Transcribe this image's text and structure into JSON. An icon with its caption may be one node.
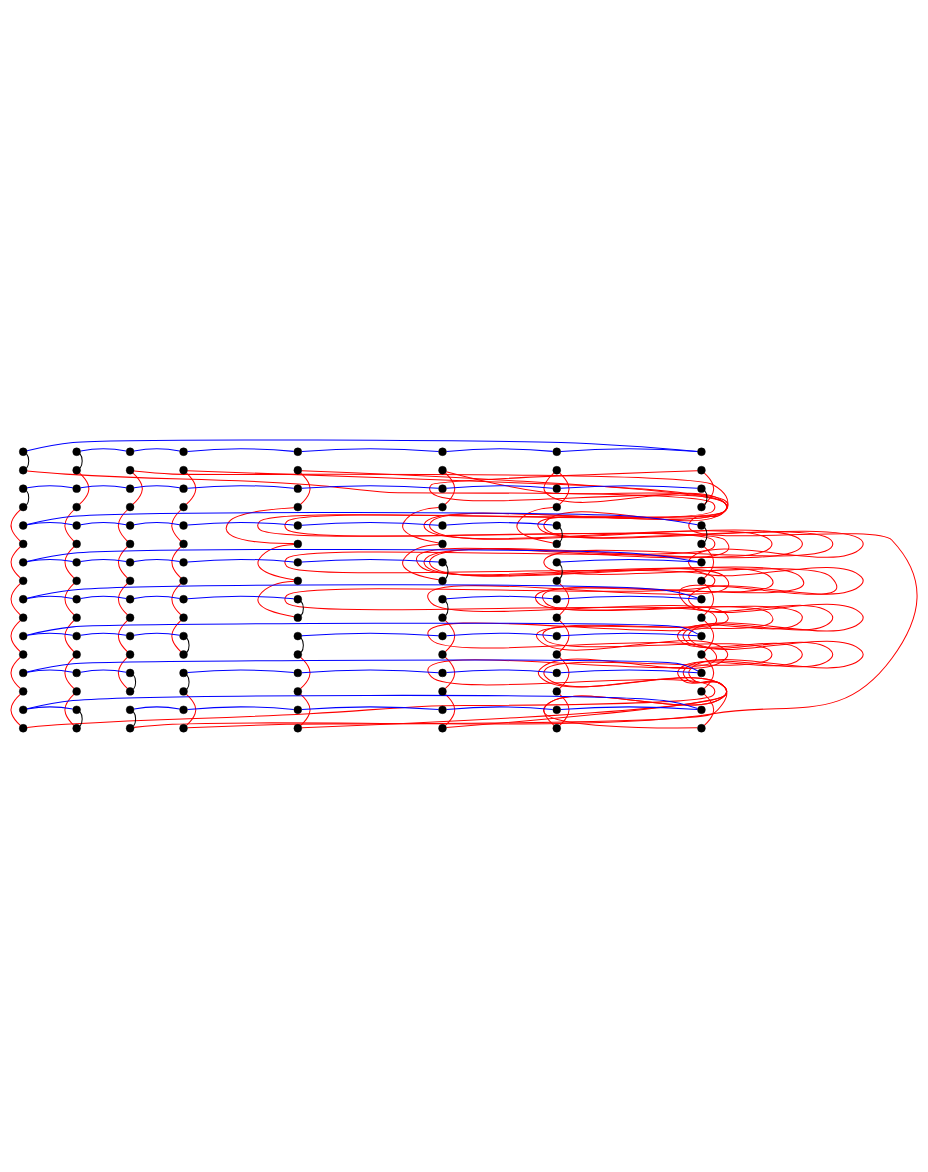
{
  "diagram": {
    "nodes": [
      {
        "text": [],
        "shape": "circle"
      },
      {
        "text": [],
        "shape": "circle"
      },
      {
        "text": [],
        "shape": "circle"
      },
      {
        "text": [],
        "shape": "circle"
      },
      {
        "text": [],
        "shape": "circle"
      },
      {
        "text": [],
        "shape": "circle"
      },
      {
        "text": [],
        "shape": "circle"
      },
      {
        "text": [],
        "shape": "circle"
      },
      {
        "text": [],
        "shape": "circle"
      },
      {
        "text": [],
        "shape": "circle"
      },
      {
        "text": [],
        "shape": "circle"
      },
      {
        "text": [],
        "shape": "circle"
      },
      {
        "text": [],
        "shape": "circle"
      },
      {
        "text": [],
        "shape": "circle"
      },
      {
        "text": [],
        "shape": "circle"
      },
      {
        "text": [],
        "shape": "circle"
      },
      {
        "text": [],
        "shape": "circle"
      },
      {
        "text": [],
        "shape": "circle"
      },
      {
        "text": [],
        "shape": "circle"
      },
      {
        "text": [],
        "shape": "circle"
      },
      {
        "text": [],
        "shape": "circle"
      },
      {
        "text": [],
        "shape": "circle"
      },
      {
        "text": [],
        "shape": "circle"
      },
      {
        "text": [],
        "shape": "circle"
      },
      {
        "text": [],
        "shape": "circle"
      },
      {
        "text": [],
        "shape": "circle"
      },
      {
        "text": [],
        "shape": "circle"
      },
      {
        "text": [],
        "shape": "circle"
      },
      {
        "text": [],
        "shape": "circle"
      },
      {
        "text": [],
        "shape": "circle"
      },
      {
        "text": [],
        "shape": "circle"
      },
      {
        "text": [],
        "shape": "circle"
      },
      {
        "text": [],
        "shape": "circle"
      },
      {
        "text": [],
        "shape": "circle"
      },
      {
        "text": [],
        "shape": "circle"
      },
      {
        "text": [],
        "shape": "circle"
      },
      {
        "text": [],
        "shape": "circle"
      },
      {
        "text": [],
        "shape": "circle"
      },
      {
        "text": [],
        "shape": "circle"
      },
      {
        "text": [],
        "shape": "circle"
      },
      {
        "text": [],
        "shape": "circle"
      },
      {
        "text": [],
        "shape": "circle"
      },
      {
        "text": [],
        "shape": "circle"
      },
      {
        "text": [],
        "shape": "circle"
      },
      {
        "text": [],
        "shape": "circle"
      },
      {
        "text": [],
        "shape": "circle"
      },
      {
        "text": [],
        "shape": "circle"
      },
      {
        "text": [],
        "shape": "circle"
      },
      {
        "text": [],
        "shape": "circle"
      },
      {
        "text": [],
        "shape": "circle"
      },
      {
        "text": [],
        "shape": "circle"
      },
      {
        "text": [],
        "shape": "circle"
      },
      {
        "text": [],
        "shape": "circle"
      },
      {
        "text": [],
        "shape": "circle"
      },
      {
        "text": [],
        "shape": "circle"
      },
      {
        "text": [],
        "shape": "circle"
      },
      {
        "text": [],
        "shape": "circle"
      },
      {
        "text": [],
        "shape": "circle"
      },
      {
        "text": [],
        "shape": "circle"
      },
      {
        "text": [],
        "shape": "circle"
      },
      {
        "text": [],
        "shape": "circle"
      },
      {
        "text": [],
        "shape": "circle"
      },
      {
        "text": [],
        "shape": "circle"
      },
      {
        "text": [],
        "shape": "circle"
      },
      {
        "text": [],
        "shape": "circle"
      },
      {
        "text": [],
        "shape": "circle"
      },
      {
        "text": [],
        "shape": "circle"
      },
      {
        "text": [],
        "shape": "circle"
      },
      {
        "text": [],
        "shape": "circle"
      },
      {
        "text": [],
        "shape": "circle"
      },
      {
        "text": [],
        "shape": "circle"
      },
      {
        "text": [],
        "shape": "circle"
      },
      {
        "text": [],
        "shape": "circle"
      },
      {
        "text": [],
        "shape": "circle"
      },
      {
        "text": [],
        "shape": "circle"
      },
      {
        "text": [],
        "shape": "circle"
      },
      {
        "text": [],
        "shape": "circle"
      },
      {
        "text": [],
        "shape": "circle"
      },
      {
        "text": [],
        "shape": "circle"
      },
      {
        "text": [],
        "shape": "circle"
      },
      {
        "text": [],
        "shape": "circle"
      },
      {
        "text": [],
        "shape": "circle"
      },
      {
        "text": [],
        "shape": "circle"
      },
      {
        "text": [],
        "shape": "circle"
      },
      {
        "text": [],
        "shape": "circle"
      },
      {
        "text": [],
        "shape": "circle"
      },
      {
        "text": [],
        "shape": "circle"
      },
      {
        "text": [],
        "shape": "circle"
      },
      {
        "text": [],
        "shape": "circle"
      },
      {
        "text": [],
        "shape": "circle"
      },
      {
        "text": [],
        "shape": "circle"
      },
      {
        "text": [],
        "shape": "circle"
      },
      {
        "text": [],
        "shape": "circle"
      },
      {
        "text": [],
        "shape": "circle"
      },
      {
        "text": [],
        "shape": "circle"
      },
      {
        "text": [],
        "shape": "circle"
      },
      {
        "text": [],
        "shape": "circle"
      },
      {
        "text": [],
        "shape": "circle"
      },
      {
        "text": [],
        "shape": "circle"
      },
      {
        "text": [],
        "shape": "circle"
      },
      {
        "text": [],
        "shape": "circle"
      },
      {
        "text": [],
        "shape": "circle"
      },
      {
        "text": [],
        "shape": "circle"
      },
      {
        "text": [],
        "shape": "circle"
      },
      {
        "text": [],
        "shape": "circle"
      },
      {
        "text": [],
        "shape": "circle"
      },
      {
        "text": [],
        "shape": "circle"
      },
      {
        "text": [],
        "shape": "circle"
      },
      {
        "text": [],
        "shape": "circle"
      },
      {
        "text": [],
        "shape": "circle"
      },
      {
        "text": [],
        "shape": "circle"
      },
      {
        "text": [],
        "shape": "circle"
      },
      {
        "text": [],
        "shape": "circle"
      },
      {
        "text": [],
        "shape": "circle"
      },
      {
        "text": [],
        "shape": "circle"
      },
      {
        "text": [],
        "shape": "circle"
      },
      {
        "text": [],
        "shape": "circle"
      },
      {
        "text": [],
        "shape": "circle"
      },
      {
        "text": [],
        "shape": "circle"
      },
      {
        "text": [],
        "shape": "circle"
      },
      {
        "text": [],
        "shape": "circle"
      },
      {
        "text": [],
        "shape": "circle"
      },
      {
        "text": [],
        "shape": "circle"
      },
      {
        "text": [],
        "shape": "circle"
      },
      {
        "text": [],
        "shape": "circle"
      },
      {
        "text": [],
        "shape": "circle"
      },
      {
        "text": [],
        "shape": "circle"
      },
      {
        "text": [],
        "shape": "circle"
      }
    ],
    "edges": [
      {
        "from": 1,
        "to": 2,
        "arrow": "none",
        "color": "#0000ff"
      },
      {
        "from": 2,
        "to": 3,
        "arrow": "none",
        "color": "#0000ff"
      },
      {
        "from": 3,
        "to": 4,
        "arrow": "none",
        "color": "#0000ff"
      },
      {
        "from": 4,
        "to": 5,
        "arrow": "none",
        "color": "#0000ff"
      },
      {
        "from": 5,
        "to": 6,
        "arrow": "none",
        "color": "#0000ff"
      },
      {
        "from": 6,
        "to": 7,
        "arrow": "none",
        "color": "#0000ff"
      },
      {
        "from": 0,
        "to": 7,
        "arrow": "none",
        "color": "#0000ff"
      },
      {
        "from": 16,
        "to": 17,
        "arrow": "none",
        "color": "#0000ff"
      },
      {
        "from": 17,
        "to": 18,
        "arrow": "none",
        "color": "#0000ff"
      },
      {
        "from": 18,
        "to": 19,
        "arrow": "none",
        "color": "#0000ff"
      },
      {
        "from": 19,
        "to": 20,
        "arrow": "none",
        "color": "#0000ff"
      },
      {
        "from": 20,
        "to": 21,
        "arrow": "none",
        "color": "#0000ff"
      },
      {
        "from": 21,
        "to": 22,
        "arrow": "none",
        "color": "#0000ff"
      },
      {
        "from": 22,
        "to": 23,
        "arrow": "none",
        "color": "#0000ff"
      },
      {
        "from": 32,
        "to": 33,
        "arrow": "none",
        "color": "#0000ff"
      },
      {
        "from": 33,
        "to": 34,
        "arrow": "none",
        "color": "#0000ff"
      },
      {
        "from": 34,
        "to": 35,
        "arrow": "none",
        "color": "#0000ff"
      },
      {
        "from": 35,
        "to": 36,
        "arrow": "none",
        "color": "#0000ff"
      },
      {
        "from": 36,
        "to": 37,
        "arrow": "none",
        "color": "#0000ff"
      },
      {
        "from": 37,
        "to": 38,
        "arrow": "none",
        "color": "#0000ff"
      },
      {
        "from": 32,
        "to": 39,
        "arrow": "none",
        "color": "#0000ff"
      },
      {
        "from": 48,
        "to": 49,
        "arrow": "none",
        "color": "#0000ff"
      },
      {
        "from": 49,
        "to": 50,
        "arrow": "none",
        "color": "#0000ff"
      },
      {
        "from": 50,
        "to": 51,
        "arrow": "none",
        "color": "#0000ff"
      },
      {
        "from": 51,
        "to": 52,
        "arrow": "none",
        "color": "#0000ff"
      },
      {
        "from": 52,
        "to": 53,
        "arrow": "none",
        "color": "#0000ff"
      },
      {
        "from": 54,
        "to": 55,
        "arrow": "none",
        "color": "#0000ff"
      },
      {
        "from": 48,
        "to": 55,
        "arrow": "none",
        "color": "#0000ff"
      },
      {
        "from": 64,
        "to": 65,
        "arrow": "none",
        "color": "#0000ff"
      },
      {
        "from": 65,
        "to": 66,
        "arrow": "none",
        "color": "#0000ff"
      },
      {
        "from": 66,
        "to": 67,
        "arrow": "none",
        "color": "#0000ff"
      },
      {
        "from": 67,
        "to": 68,
        "arrow": "none",
        "color": "#0000ff"
      },
      {
        "from": 69,
        "to": 70,
        "arrow": "none",
        "color": "#0000ff"
      },
      {
        "from": 70,
        "to": 71,
        "arrow": "none",
        "color": "#0000ff"
      },
      {
        "from": 64,
        "to": 71,
        "arrow": "none",
        "color": "#0000ff"
      },
      {
        "from": 80,
        "to": 81,
        "arrow": "none",
        "color": "#0000ff"
      },
      {
        "from": 81,
        "to": 82,
        "arrow": "none",
        "color": "#0000ff"
      },
      {
        "from": 82,
        "to": 83,
        "arrow": "none",
        "color": "#0000ff"
      },
      {
        "from": 84,
        "to": 85,
        "arrow": "none",
        "color": "#0000ff"
      },
      {
        "from": 85,
        "to": 86,
        "arrow": "none",
        "color": "#0000ff"
      },
      {
        "from": 86,
        "to": 87,
        "arrow": "none",
        "color": "#0000ff"
      },
      {
        "from": 80,
        "to": 87,
        "arrow": "none",
        "color": "#0000ff"
      },
      {
        "from": 96,
        "to": 97,
        "arrow": "none",
        "color": "#0000ff"
      },
      {
        "from": 97,
        "to": 98,
        "arrow": "none",
        "color": "#0000ff"
      },
      {
        "from": 99,
        "to": 100,
        "arrow": "none",
        "color": "#0000ff"
      },
      {
        "from": 100,
        "to": 101,
        "arrow": "none",
        "color": "#0000ff"
      },
      {
        "from": 101,
        "to": 102,
        "arrow": "none",
        "color": "#0000ff"
      },
      {
        "from": 102,
        "to": 103,
        "arrow": "none",
        "color": "#0000ff"
      },
      {
        "from": 96,
        "to": 103,
        "arrow": "none",
        "color": "#0000ff"
      },
      {
        "from": 112,
        "to": 113,
        "arrow": "none",
        "color": "#0000ff"
      },
      {
        "from": 114,
        "to": 115,
        "arrow": "none",
        "color": "#0000ff"
      },
      {
        "from": 115,
        "to": 116,
        "arrow": "none",
        "color": "#0000ff"
      },
      {
        "from": 116,
        "to": 117,
        "arrow": "none",
        "color": "#0000ff"
      },
      {
        "from": 117,
        "to": 118,
        "arrow": "none",
        "color": "#0000ff"
      },
      {
        "from": 118,
        "to": 119,
        "arrow": "none",
        "color": "#0000ff"
      },
      {
        "from": 112,
        "to": 119,
        "arrow": "none",
        "color": "#0000ff"
      },
      {
        "from": 24,
        "to": 40,
        "arrow": "none",
        "color": "#ff0000"
      },
      {
        "from": 40,
        "to": 56,
        "arrow": "none",
        "color": "#ff0000"
      },
      {
        "from": 56,
        "to": 72,
        "arrow": "none",
        "color": "#ff0000"
      },
      {
        "from": 72,
        "to": 88,
        "arrow": "none",
        "color": "#ff0000"
      },
      {
        "from": 88,
        "to": 104,
        "arrow": "none",
        "color": "#ff0000"
      },
      {
        "from": 104,
        "to": 120,
        "arrow": "none",
        "color": "#ff0000"
      },
      {
        "from": 8,
        "to": 120,
        "arrow": "none",
        "color": "#ff0000"
      },
      {
        "from": 9,
        "to": 25,
        "arrow": "none",
        "color": "#ff0000"
      },
      {
        "from": 25,
        "to": 41,
        "arrow": "none",
        "color": "#ff0000"
      },
      {
        "from": 41,
        "to": 57,
        "arrow": "none",
        "color": "#ff0000"
      },
      {
        "from": 57,
        "to": 73,
        "arrow": "none",
        "color": "#ff0000"
      },
      {
        "from": 73,
        "to": 89,
        "arrow": "none",
        "color": "#ff0000"
      },
      {
        "from": 89,
        "to": 105,
        "arrow": "none",
        "color": "#ff0000"
      },
      {
        "from": 105,
        "to": 121,
        "arrow": "none",
        "color": "#ff0000"
      },
      {
        "from": 10,
        "to": 26,
        "arrow": "none",
        "color": "#ff0000"
      },
      {
        "from": 26,
        "to": 42,
        "arrow": "none",
        "color": "#ff0000"
      },
      {
        "from": 42,
        "to": 58,
        "arrow": "none",
        "color": "#ff0000"
      },
      {
        "from": 58,
        "to": 74,
        "arrow": "none",
        "color": "#ff0000"
      },
      {
        "from": 74,
        "to": 90,
        "arrow": "none",
        "color": "#ff0000"
      },
      {
        "from": 90,
        "to": 106,
        "arrow": "none",
        "color": "#ff0000"
      },
      {
        "from": 10,
        "to": 122,
        "arrow": "none",
        "color": "#ff0000"
      },
      {
        "from": 11,
        "to": 27,
        "arrow": "none",
        "color": "#ff0000"
      },
      {
        "from": 27,
        "to": 43,
        "arrow": "none",
        "color": "#ff0000"
      },
      {
        "from": 43,
        "to": 59,
        "arrow": "none",
        "color": "#ff0000"
      },
      {
        "from": 59,
        "to": 75,
        "arrow": "none",
        "color": "#ff0000"
      },
      {
        "from": 75,
        "to": 91,
        "arrow": "none",
        "color": "#ff0000"
      },
      {
        "from": 107,
        "to": 123,
        "arrow": "none",
        "color": "#ff0000"
      },
      {
        "from": 11,
        "to": 123,
        "arrow": "none",
        "color": "#ff0000"
      },
      {
        "from": 12,
        "to": 28,
        "arrow": "none",
        "color": "#ff0000"
      },
      {
        "from": 28,
        "to": 44,
        "arrow": "none",
        "color": "#ff0000"
      },
      {
        "from": 44,
        "to": 60,
        "arrow": "none",
        "color": "#ff0000"
      },
      {
        "from": 60,
        "to": 76,
        "arrow": "none",
        "color": "#ff0000"
      },
      {
        "from": 92,
        "to": 108,
        "arrow": "none",
        "color": "#ff0000"
      },
      {
        "from": 108,
        "to": 124,
        "arrow": "none",
        "color": "#ff0000"
      },
      {
        "from": 12,
        "to": 124,
        "arrow": "none",
        "color": "#ff0000"
      },
      {
        "from": 13,
        "to": 29,
        "arrow": "none",
        "color": "#ff0000"
      },
      {
        "from": 29,
        "to": 45,
        "arrow": "none",
        "color": "#ff0000"
      },
      {
        "from": 45,
        "to": 61,
        "arrow": "none",
        "color": "#ff0000"
      },
      {
        "from": 77,
        "to": 93,
        "arrow": "none",
        "color": "#ff0000"
      },
      {
        "from": 93,
        "to": 109,
        "arrow": "none",
        "color": "#ff0000"
      },
      {
        "from": 109,
        "to": 125,
        "arrow": "none",
        "color": "#ff0000"
      },
      {
        "from": 13,
        "to": 125,
        "arrow": "none",
        "color": "#ff0000"
      },
      {
        "from": 14,
        "to": 30,
        "arrow": "none",
        "color": "#ff0000"
      },
      {
        "from": 30,
        "to": 46,
        "arrow": "none",
        "color": "#ff0000"
      },
      {
        "from": 62,
        "to": 78,
        "arrow": "none",
        "color": "#ff0000"
      },
      {
        "from": 78,
        "to": 94,
        "arrow": "none",
        "color": "#ff0000"
      },
      {
        "from": 94,
        "to": 110,
        "arrow": "none",
        "color": "#ff0000"
      },
      {
        "from": 110,
        "to": 126,
        "arrow": "none",
        "color": "#ff0000"
      },
      {
        "from": 14,
        "to": 126,
        "arrow": "none",
        "color": "#ff0000"
      },
      {
        "from": 15,
        "to": 31,
        "arrow": "none",
        "color": "#ff0000"
      },
      {
        "from": 47,
        "to": 63,
        "arrow": "none",
        "color": "#ff0000"
      },
      {
        "from": 63,
        "to": 79,
        "arrow": "none",
        "color": "#ff0000"
      },
      {
        "from": 79,
        "to": 95,
        "arrow": "none",
        "color": "#ff0000"
      },
      {
        "from": 95,
        "to": 111,
        "arrow": "none",
        "color": "#ff0000"
      },
      {
        "from": 111,
        "to": 127,
        "arrow": "none",
        "color": "#ff0000"
      },
      {
        "from": 15,
        "to": 127,
        "arrow": "none",
        "color": "#ff0000"
      },
      {
        "from": 8,
        "to": 0,
        "arrow": "none",
        "color": "#000000"
      },
      {
        "from": 9,
        "to": 1,
        "arrow": "none",
        "color": "#000000"
      },
      {
        "from": 31,
        "to": 23,
        "arrow": "none",
        "color": "#000000"
      },
      {
        "from": 24,
        "to": 16,
        "arrow": "none",
        "color": "#000000"
      },
      {
        "from": 46,
        "to": 38,
        "arrow": "none",
        "color": "#000000"
      },
      {
        "from": 47,
        "to": 39,
        "arrow": "none",
        "color": "#000000"
      },
      {
        "from": 61,
        "to": 53,
        "arrow": "none",
        "color": "#000000"
      },
      {
        "from": 62,
        "to": 54,
        "arrow": "none",
        "color": "#000000"
      },
      {
        "from": 76,
        "to": 68,
        "arrow": "none",
        "color": "#000000"
      },
      {
        "from": 77,
        "to": 69,
        "arrow": "none",
        "color": "#000000"
      },
      {
        "from": 91,
        "to": 83,
        "arrow": "none",
        "color": "#000000"
      },
      {
        "from": 92,
        "to": 84,
        "arrow": "none",
        "color": "#000000"
      },
      {
        "from": 106,
        "to": 98,
        "arrow": "none",
        "color": "#000000"
      },
      {
        "from": 107,
        "to": 99,
        "arrow": "none",
        "color": "#000000"
      },
      {
        "from": 121,
        "to": 113,
        "arrow": "none",
        "color": "#000000"
      },
      {
        "from": 122,
        "to": 114,
        "arrow": "none",
        "color": "#000000"
      }
    ]
  }
}
